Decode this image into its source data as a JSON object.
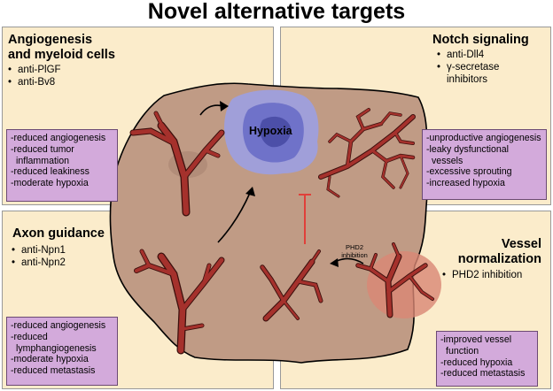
{
  "title": "Novel alternative targets",
  "quadrants": {
    "top_left": {
      "title_lines": [
        "Angiogenesis",
        "and myeloid cells"
      ],
      "items": [
        "anti-PlGF",
        "anti-Bv8"
      ],
      "effects": [
        "reduced angiogenesis",
        "reduced tumor inflammation",
        "reduced leakiness",
        "moderate hypoxia"
      ]
    },
    "top_right": {
      "title_lines": [
        "Notch signaling"
      ],
      "items": [
        "anti-Dll4",
        "γ-secretase inhibitors"
      ],
      "effects": [
        "unproductive angiogenesis",
        "leaky dysfunctional vessels",
        "excessive sprouting",
        "increased hypoxia"
      ]
    },
    "bottom_left": {
      "title_lines": [
        "Axon guidance"
      ],
      "items": [
        "anti-Npn1",
        "anti-Npn2"
      ],
      "effects": [
        "reduced angiogenesis",
        "reduced lymphangiogenesis",
        "moderate hypoxia",
        "reduced metastasis"
      ]
    },
    "bottom_right": {
      "title_lines": [
        "Vessel",
        "normalization"
      ],
      "items": [
        "PHD2 inhibition"
      ],
      "effects": [
        "improved vessel function",
        "reduced hypoxia",
        "reduced metastasis"
      ]
    }
  },
  "center": {
    "hypoxia_label": "Hypoxia",
    "phd2_label": "PHD2 inhibition"
  },
  "colors": {
    "panel_bg": "#fbeccb",
    "tumor": "#c09b85",
    "vessel": "#a5312c",
    "hypoxia": "#6f72c9",
    "effect_box": "#d3aadb",
    "inhibition": "#e0403a"
  }
}
